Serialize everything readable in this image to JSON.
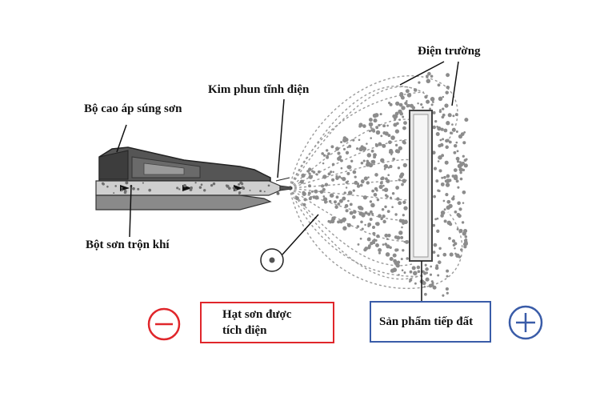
{
  "labels": {
    "electric_field": "Điện trường",
    "gun_high_voltage": "Bộ cao áp súng sơn",
    "electrostatic_needle": "Kim phun tĩnh điện",
    "powder_air_mix": "Bột sơn trộn khí",
    "charged_particles_line1": "Hạt sơn được",
    "charged_particles_line2": "tích điện",
    "grounded_product": "Sản phẩm tiếp đất"
  },
  "polarity": {
    "negative_symbol": "minus-sign",
    "positive_symbol": "plus-sign"
  },
  "colors": {
    "negative": "#e0262b",
    "positive": "#3a5ca8",
    "dots": "#8c8c8c"
  }
}
